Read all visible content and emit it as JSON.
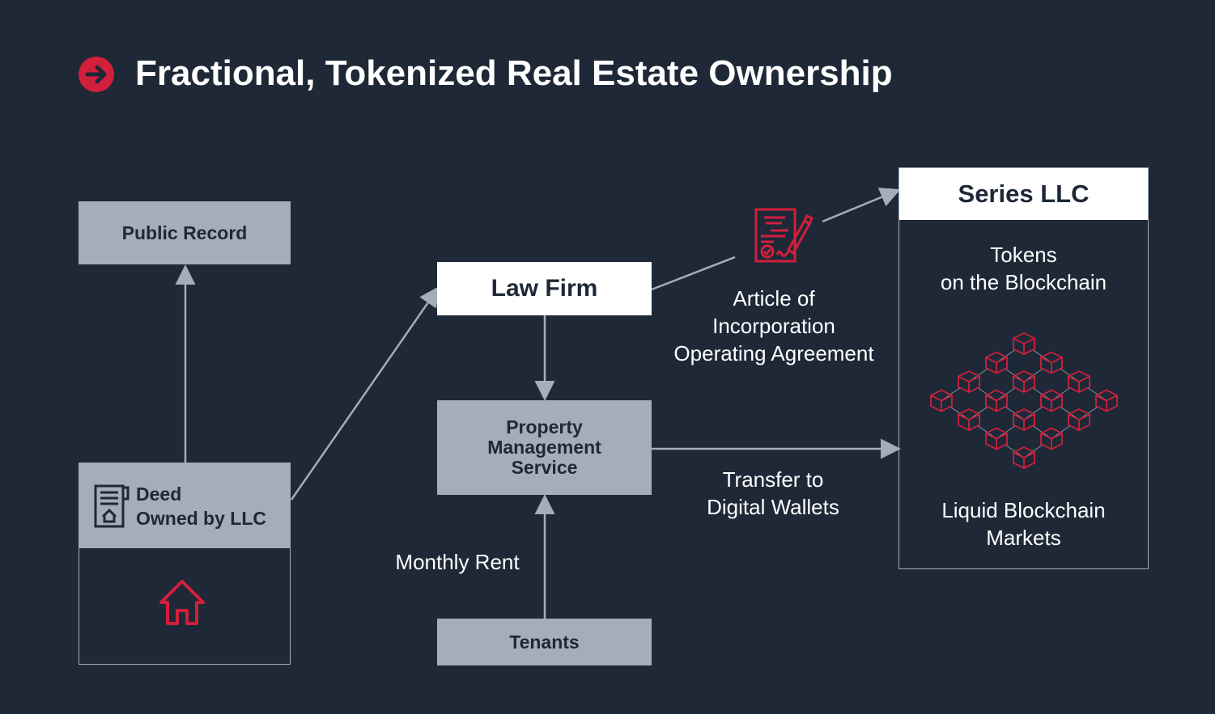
{
  "title": "Fractional, Tokenized Real Estate Ownership",
  "colors": {
    "background": "#1e2837",
    "box": "#a4aeb8",
    "accent": "#d21f3c"
  },
  "nodes": {
    "public_record": "Public Record",
    "deed_line1": "Deed",
    "deed_line2": "Owned by LLC",
    "law_firm": "Law Firm",
    "pms_line1": "Property",
    "pms_line2": "Management",
    "pms_line3": "Service",
    "tenants": "Tenants",
    "series_llc": "Series LLC",
    "tokens_line1": "Tokens",
    "tokens_line2": "on the Blockchain",
    "markets_line1": "Liquid Blockchain",
    "markets_line2": "Markets"
  },
  "labels": {
    "article_line1": "Article of",
    "article_line2": "Incorporation",
    "article_line3": "Operating Agreement",
    "transfer_line1": "Transfer to",
    "transfer_line2": "Digital Wallets",
    "monthly_rent": "Monthly Rent"
  }
}
